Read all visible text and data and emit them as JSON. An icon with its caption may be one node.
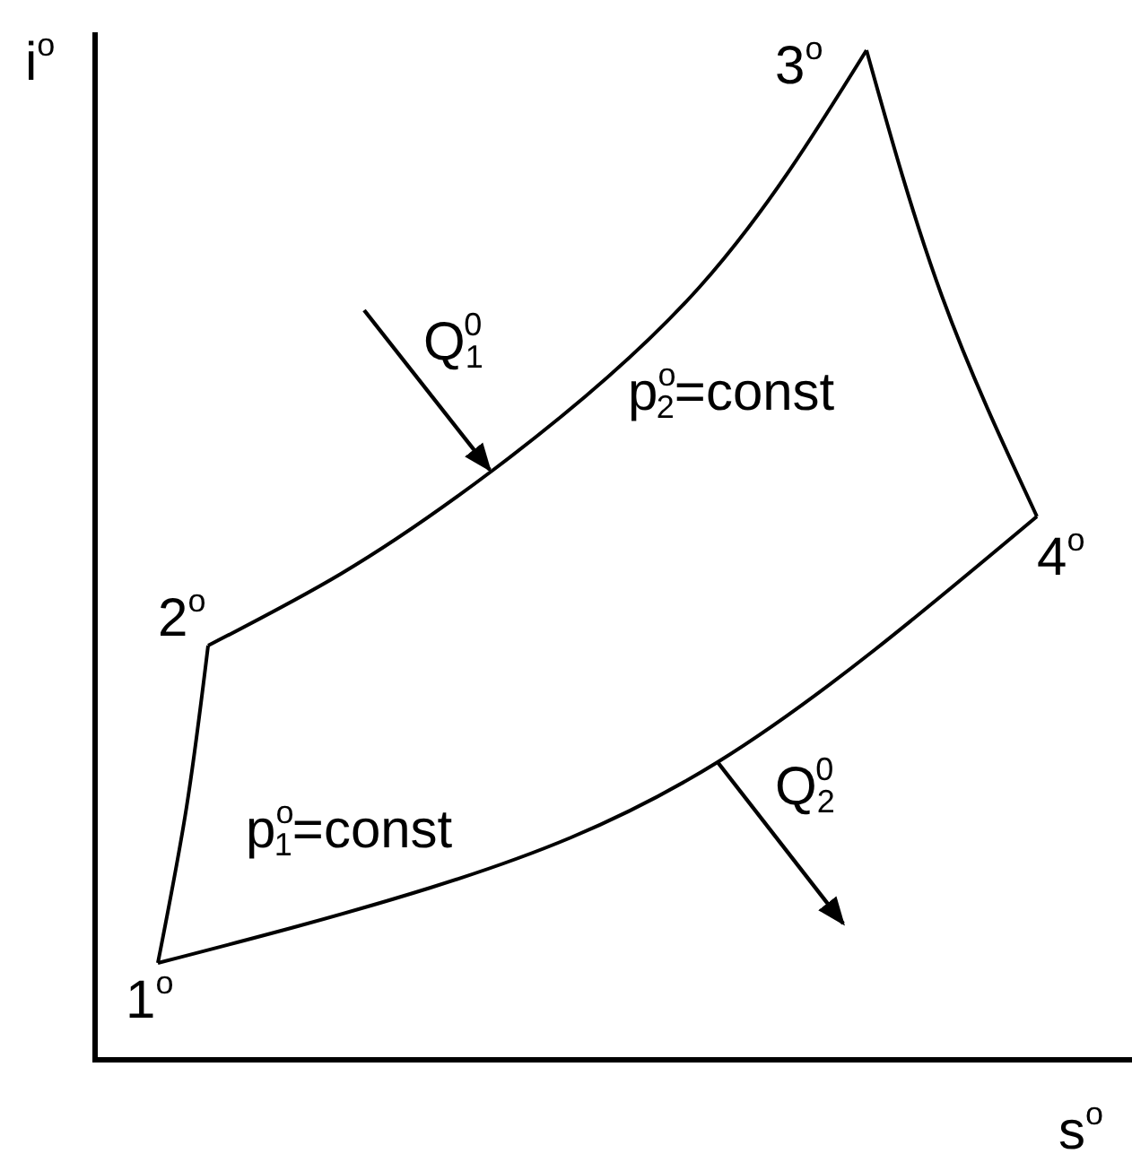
{
  "diagram": {
    "nodes": [
      {
        "text": [
          "1$^{o}$"
        ]
      },
      {
        "text": [
          "2$^{o}$"
        ]
      },
      {
        "text": [
          "3$^{o}$"
        ]
      },
      {
        "text": [
          "4$^{o}$"
        ]
      }
    ],
    "edges": [
      {
        "from": 0,
        "to": 1,
        "arrow": "none"
      },
      {
        "from": 1,
        "to": 2,
        "arrow": "none"
      },
      {
        "from": 2,
        "to": 3,
        "arrow": "none"
      },
      {
        "from": 3,
        "to": 0,
        "arrow": "none"
      }
    ],
    "labels": [
      "i$^{o}$",
      "Q$_{1}$$^{0}$",
      "p$^{o}$$_{2}$=const",
      "p$^{o}$$_{1}$=const",
      "Q$_{2}$$^{0}$",
      "s$^{o}$"
    ]
  }
}
